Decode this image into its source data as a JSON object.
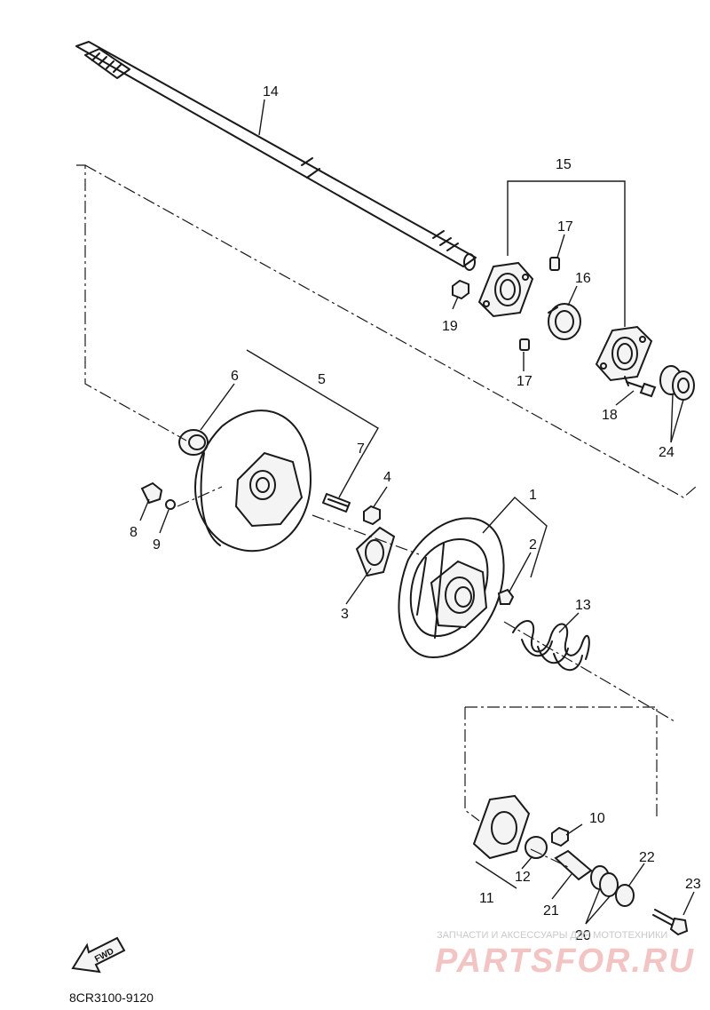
{
  "diagram": {
    "parts": [
      {
        "id": "p1",
        "number": "1"
      },
      {
        "id": "p2",
        "number": "2"
      },
      {
        "id": "p3",
        "number": "3"
      },
      {
        "id": "p4",
        "number": "4"
      },
      {
        "id": "p5",
        "number": "5"
      },
      {
        "id": "p6",
        "number": "6"
      },
      {
        "id": "p7",
        "number": "7"
      },
      {
        "id": "p8",
        "number": "8"
      },
      {
        "id": "p9",
        "number": "9"
      },
      {
        "id": "p10",
        "number": "10"
      },
      {
        "id": "p11",
        "number": "11"
      },
      {
        "id": "p12",
        "number": "12"
      },
      {
        "id": "p13",
        "number": "13"
      },
      {
        "id": "p14",
        "number": "14"
      },
      {
        "id": "p15",
        "number": "15"
      },
      {
        "id": "p16",
        "number": "16"
      },
      {
        "id": "p17a",
        "number": "17"
      },
      {
        "id": "p17b",
        "number": "17"
      },
      {
        "id": "p18",
        "number": "18"
      },
      {
        "id": "p19",
        "number": "19"
      },
      {
        "id": "p20",
        "number": "20"
      },
      {
        "id": "p21",
        "number": "21"
      },
      {
        "id": "p22",
        "number": "22"
      },
      {
        "id": "p23",
        "number": "23"
      },
      {
        "id": "p24",
        "number": "24"
      }
    ],
    "fwd_label": "FWD",
    "diagram_code": "8CR3100-9120"
  },
  "watermark": {
    "tagline": "ЗАПЧАСТИ И АКСЕССУАРЫ ДЛЯ МОТОТЕХНИКИ",
    "brand": "PARTSFOR.RU"
  }
}
